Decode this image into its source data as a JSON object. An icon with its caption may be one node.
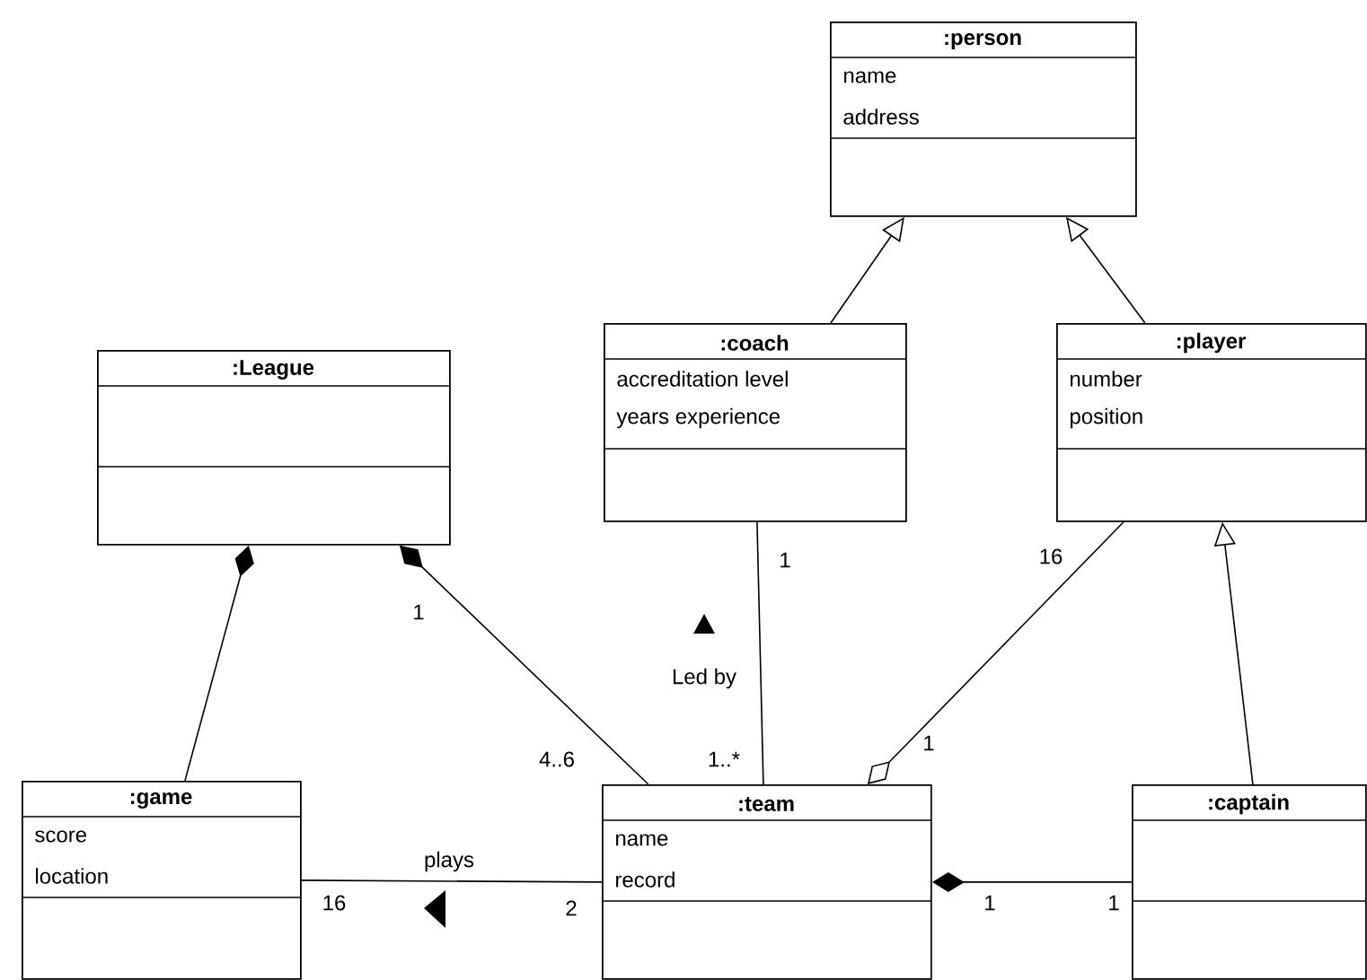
{
  "diagram": {
    "nodes": [
      {
        "text": [
          ":person",
          "name",
          "address"
        ]
      },
      {
        "text": [
          ":coach",
          "accreditation level",
          "years experience"
        ]
      },
      {
        "text": [
          ":player",
          "number",
          "position"
        ]
      },
      {
        "text": [
          ":League"
        ]
      },
      {
        "text": [
          ":game",
          "score",
          "location"
        ]
      },
      {
        "text": [
          ":team",
          "name",
          "record"
        ]
      },
      {
        "text": [
          ":captain"
        ]
      }
    ],
    "edges": [
      {
        "from": 1,
        "to": 0,
        "arrow": "to"
      },
      {
        "from": 2,
        "to": 0,
        "arrow": "to"
      },
      {
        "from": 6,
        "to": 2,
        "arrow": "to"
      },
      {
        "from": 4,
        "to": 3,
        "arrow": "other"
      },
      {
        "from": 5,
        "to": 3,
        "arrow": "other"
      },
      {
        "from": 1,
        "to": 5,
        "arrow": "none",
        "label": "Led by"
      },
      {
        "from": 2,
        "to": 5,
        "arrow": "other"
      },
      {
        "from": 6,
        "to": 5,
        "arrow": "other"
      },
      {
        "from": 4,
        "to": 5,
        "arrow": "none",
        "label": "plays"
      }
    ],
    "labels": [
      "16",
      "1",
      "1",
      "1",
      "4..6",
      "1..*",
      "16",
      "1",
      "1",
      "2"
    ]
  }
}
